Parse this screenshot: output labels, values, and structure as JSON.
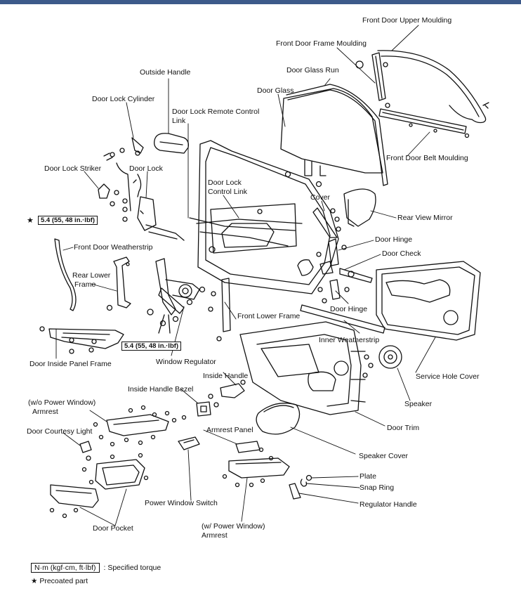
{
  "labels": {
    "front_door_upper_moulding": "Front Door Upper Moulding",
    "front_door_frame_moulding": "Front Door Frame Moulding",
    "door_glass_run": "Door Glass Run",
    "outside_handle": "Outside Handle",
    "door_glass": "Door Glass",
    "door_lock_cylinder": "Door Lock Cylinder",
    "door_lock_remote_control_link_1": "Door Lock Remote Control",
    "door_lock_remote_control_link_2": "Link",
    "front_door_belt_moulding": "Front Door Belt Moulding",
    "door_lock_striker": "Door Lock Striker",
    "door_lock": "Door Lock",
    "door_lock_control_link_1": "Door Lock",
    "door_lock_control_link_2": "Control Link",
    "cover": "Cover",
    "rear_view_mirror": "Rear View Mirror",
    "door_hinge_upper": "Door Hinge",
    "front_door_weatherstrip": "Front Door Weatherstrip",
    "door_check": "Door Check",
    "rear_lower_frame_1": "Rear Lower",
    "rear_lower_frame_2": "Frame",
    "door_hinge_lower": "Door Hinge",
    "front_lower_frame": "Front Lower Frame",
    "inner_weatherstrip": "Inner Weatherstrip",
    "door_inside_panel_frame": "Door Inside Panel Frame",
    "window_regulator": "Window Regulator",
    "inside_handle": "Inside Handle",
    "service_hole_cover": "Service Hole Cover",
    "wo_power_window_1": "(w/o Power Window)",
    "wo_power_window_2": "Armrest",
    "inside_handle_bezel": "Inside Handle Bezel",
    "speaker": "Speaker",
    "door_courtesy_light": "Door Courtesy Light",
    "armrest_panel": "Armrest Panel",
    "door_trim": "Door Trim",
    "speaker_cover": "Speaker Cover",
    "plate": "Plate",
    "snap_ring": "Snap Ring",
    "regulator_handle": "Regulator Handle",
    "power_window_switch": "Power Window Switch",
    "door_pocket": "Door Pocket",
    "w_power_window_1": "(w/  Power Window)",
    "w_power_window_2": "Armrest"
  },
  "torque_specs": {
    "door_lock": "5.4 (55, 48 in.·lbf)",
    "window_regulator": "5.4 (55, 48 in.·lbf)"
  },
  "precoat_star": "★",
  "legend": {
    "torque_box": "N·m (kgf·cm, ft·lbf)",
    "torque_text": ": Specified torque",
    "precoat_symbol": "★",
    "precoat_text": "Precoated part"
  },
  "colors": {
    "header_bar": "#3d5a8a",
    "line": "#111111"
  }
}
